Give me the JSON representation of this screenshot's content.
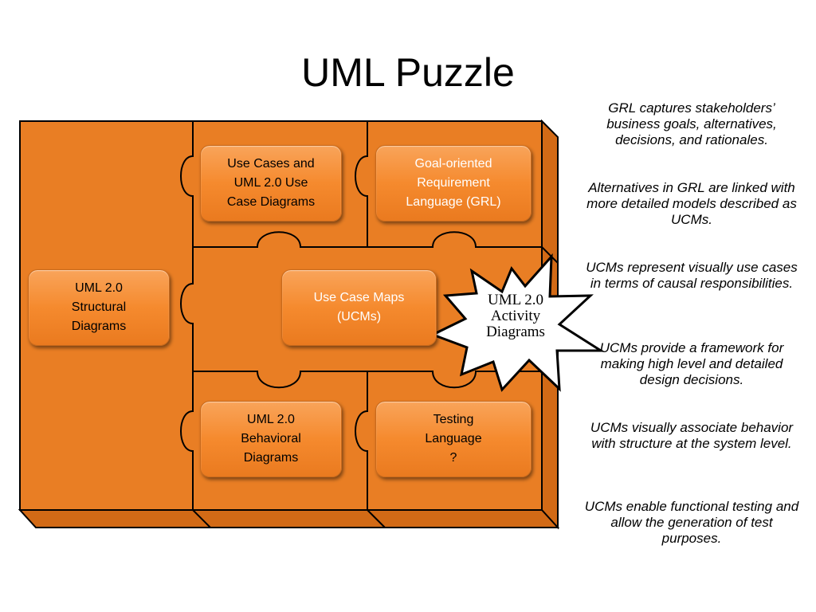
{
  "title": "UML Puzzle",
  "colors": {
    "puzzle_fill": "#e97e24",
    "puzzle_side": "#d26a16",
    "outline": "#000000",
    "piece_box": "#f58a2e"
  },
  "pieces": {
    "structural": "UML 2.0\nStructural\nDiagrams",
    "use_cases": "Use Cases and\nUML 2.0 Use\nCase Diagrams",
    "grl": "Goal-oriented\nRequirement\nLanguage (GRL)",
    "ucm": "Use Case Maps\n(UCMs)",
    "behavioral": "UML 2.0\nBehavioral\nDiagrams",
    "testing": "Testing\nLanguage\n?"
  },
  "burst": {
    "label": "UML 2.0\nActivity\nDiagrams"
  },
  "notes": [
    "GRL captures stakeholders’ business goals, alternatives, decisions, and rationales.",
    "Alternatives in GRL are linked with more detailed models described as UCMs.",
    "UCMs represent visually use cases in terms of causal responsibilities.",
    "UCMs provide a framework for making high level and detailed design decisions.",
    "UCMs visually associate behavior with structure at the system level.",
    "UCMs enable functional testing and allow the generation of test purposes."
  ]
}
